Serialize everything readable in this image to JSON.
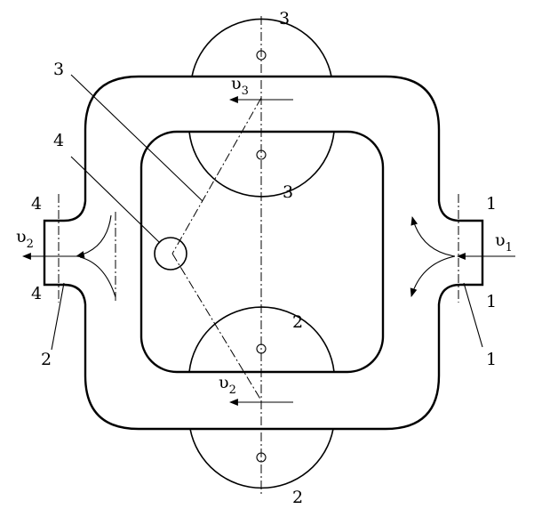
{
  "labels": {
    "top_nozzle": "3",
    "top_inner": "3",
    "left_3": "3",
    "left_4": "4",
    "left_top_4": "4",
    "left_bottom_4": "4",
    "left_2": "2",
    "right_top_1": "1",
    "right_bottom_1": "1",
    "right_1": "1",
    "bottom_inner": "2",
    "bottom_nozzle": "2"
  },
  "velocities": {
    "symbol": "υ",
    "v1": "1",
    "v2_left": "2",
    "v2_bottom": "2",
    "v3": "3"
  }
}
